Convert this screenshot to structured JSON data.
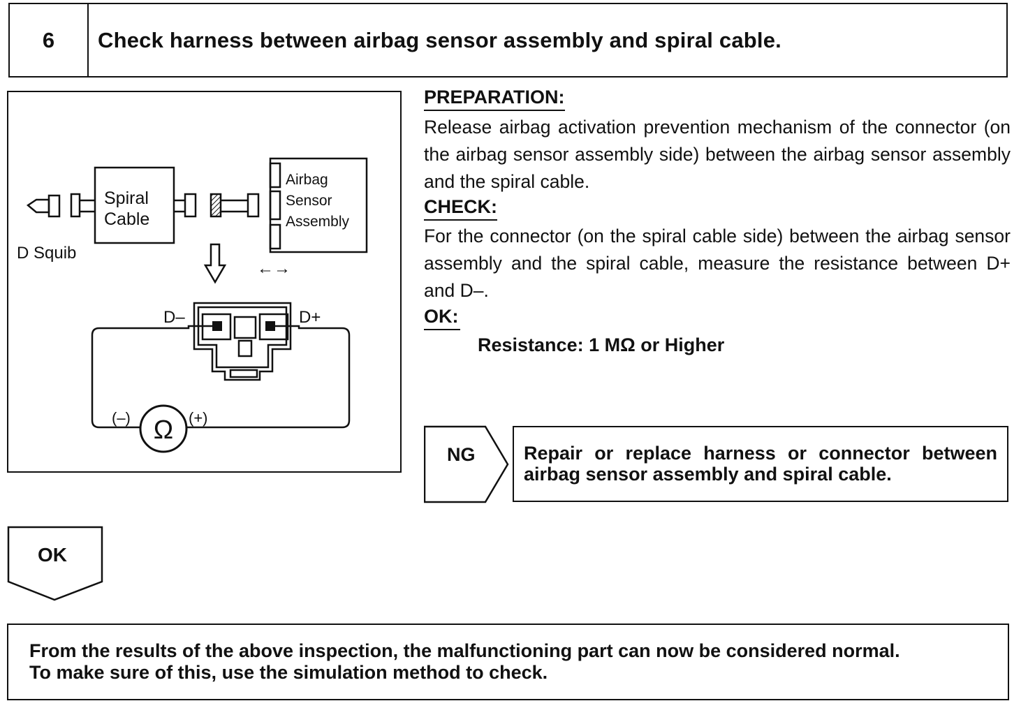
{
  "step": {
    "number": "6",
    "title": "Check harness between airbag sensor assembly and spiral cable."
  },
  "diagram": {
    "spiral_cable_line1": "Spiral",
    "spiral_cable_line2": "Cable",
    "airbag_line1": "Airbag",
    "airbag_line2": "Sensor",
    "airbag_line3": "Assembly",
    "d_squib": "D Squib",
    "disconnect_arrows": "←→",
    "d_minus": "D–",
    "d_plus": "D+",
    "ohm_symbol": "Ω",
    "probe_minus": "(–)",
    "probe_plus": "(+)"
  },
  "preparation": {
    "heading": "PREPARATION:",
    "text": "Release airbag activation prevention mechanism of the connector (on the airbag sensor assembly side) between the airbag sensor assembly and the spiral cable."
  },
  "check": {
    "heading": "CHECK:",
    "text": "For the connector (on the spiral cable side) between the airbag sensor assembly and the spiral cable, measure the resistance between D+ and D–."
  },
  "ok": {
    "heading": "OK:",
    "value": "Resistance: 1 MΩ or Higher"
  },
  "ng": {
    "label": "NG",
    "action": "Repair or replace harness or connector between airbag sensor assembly and spiral cable."
  },
  "ok_branch": {
    "label": "OK"
  },
  "conclusion": {
    "line1": "From the results of the above inspection, the malfunctioning part can now be considered normal.",
    "line2": "To make sure of this, use the simulation method to check."
  }
}
